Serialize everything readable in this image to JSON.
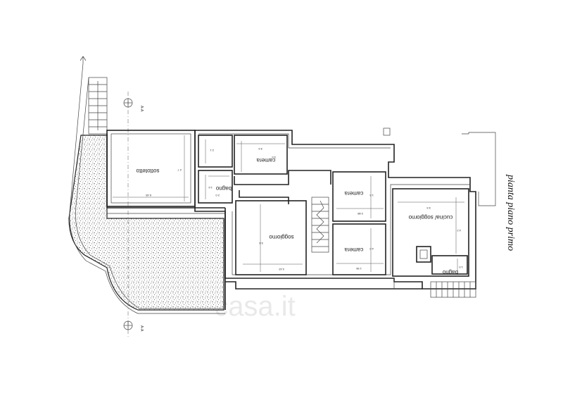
{
  "drawing": {
    "title": "pianta piano primo",
    "watermark": "casa.it",
    "section_marker": "A-A",
    "rooms": {
      "sottotetto": {
        "name": "sottotetto",
        "h": "2.7",
        "w": "6.48"
      },
      "camera_top": {
        "name": "camera",
        "h": "3.6",
        "w": "3.5",
        "side": "2.1"
      },
      "bagno_left": {
        "name": "bagno",
        "h": "1.6",
        "w": "2.0"
      },
      "soggiorno": {
        "name": "soggiorno",
        "h": "3.8",
        "w": "4.42"
      },
      "camera_r1": {
        "name": "camera",
        "h": "1.5",
        "w": "2.88"
      },
      "camera_r2": {
        "name": "camera",
        "h": "4.0",
        "w": "1.96"
      },
      "cucina": {
        "name": "cucina/ soggiorno",
        "h": "4.2",
        "w": "3.5"
      },
      "bagno_right": {
        "name": "bagno",
        "h": "1.5",
        "w": "1.8"
      }
    },
    "colors": {
      "line": "#222222",
      "hatch": "#333333",
      "watermark": "#d8d8d8"
    }
  }
}
